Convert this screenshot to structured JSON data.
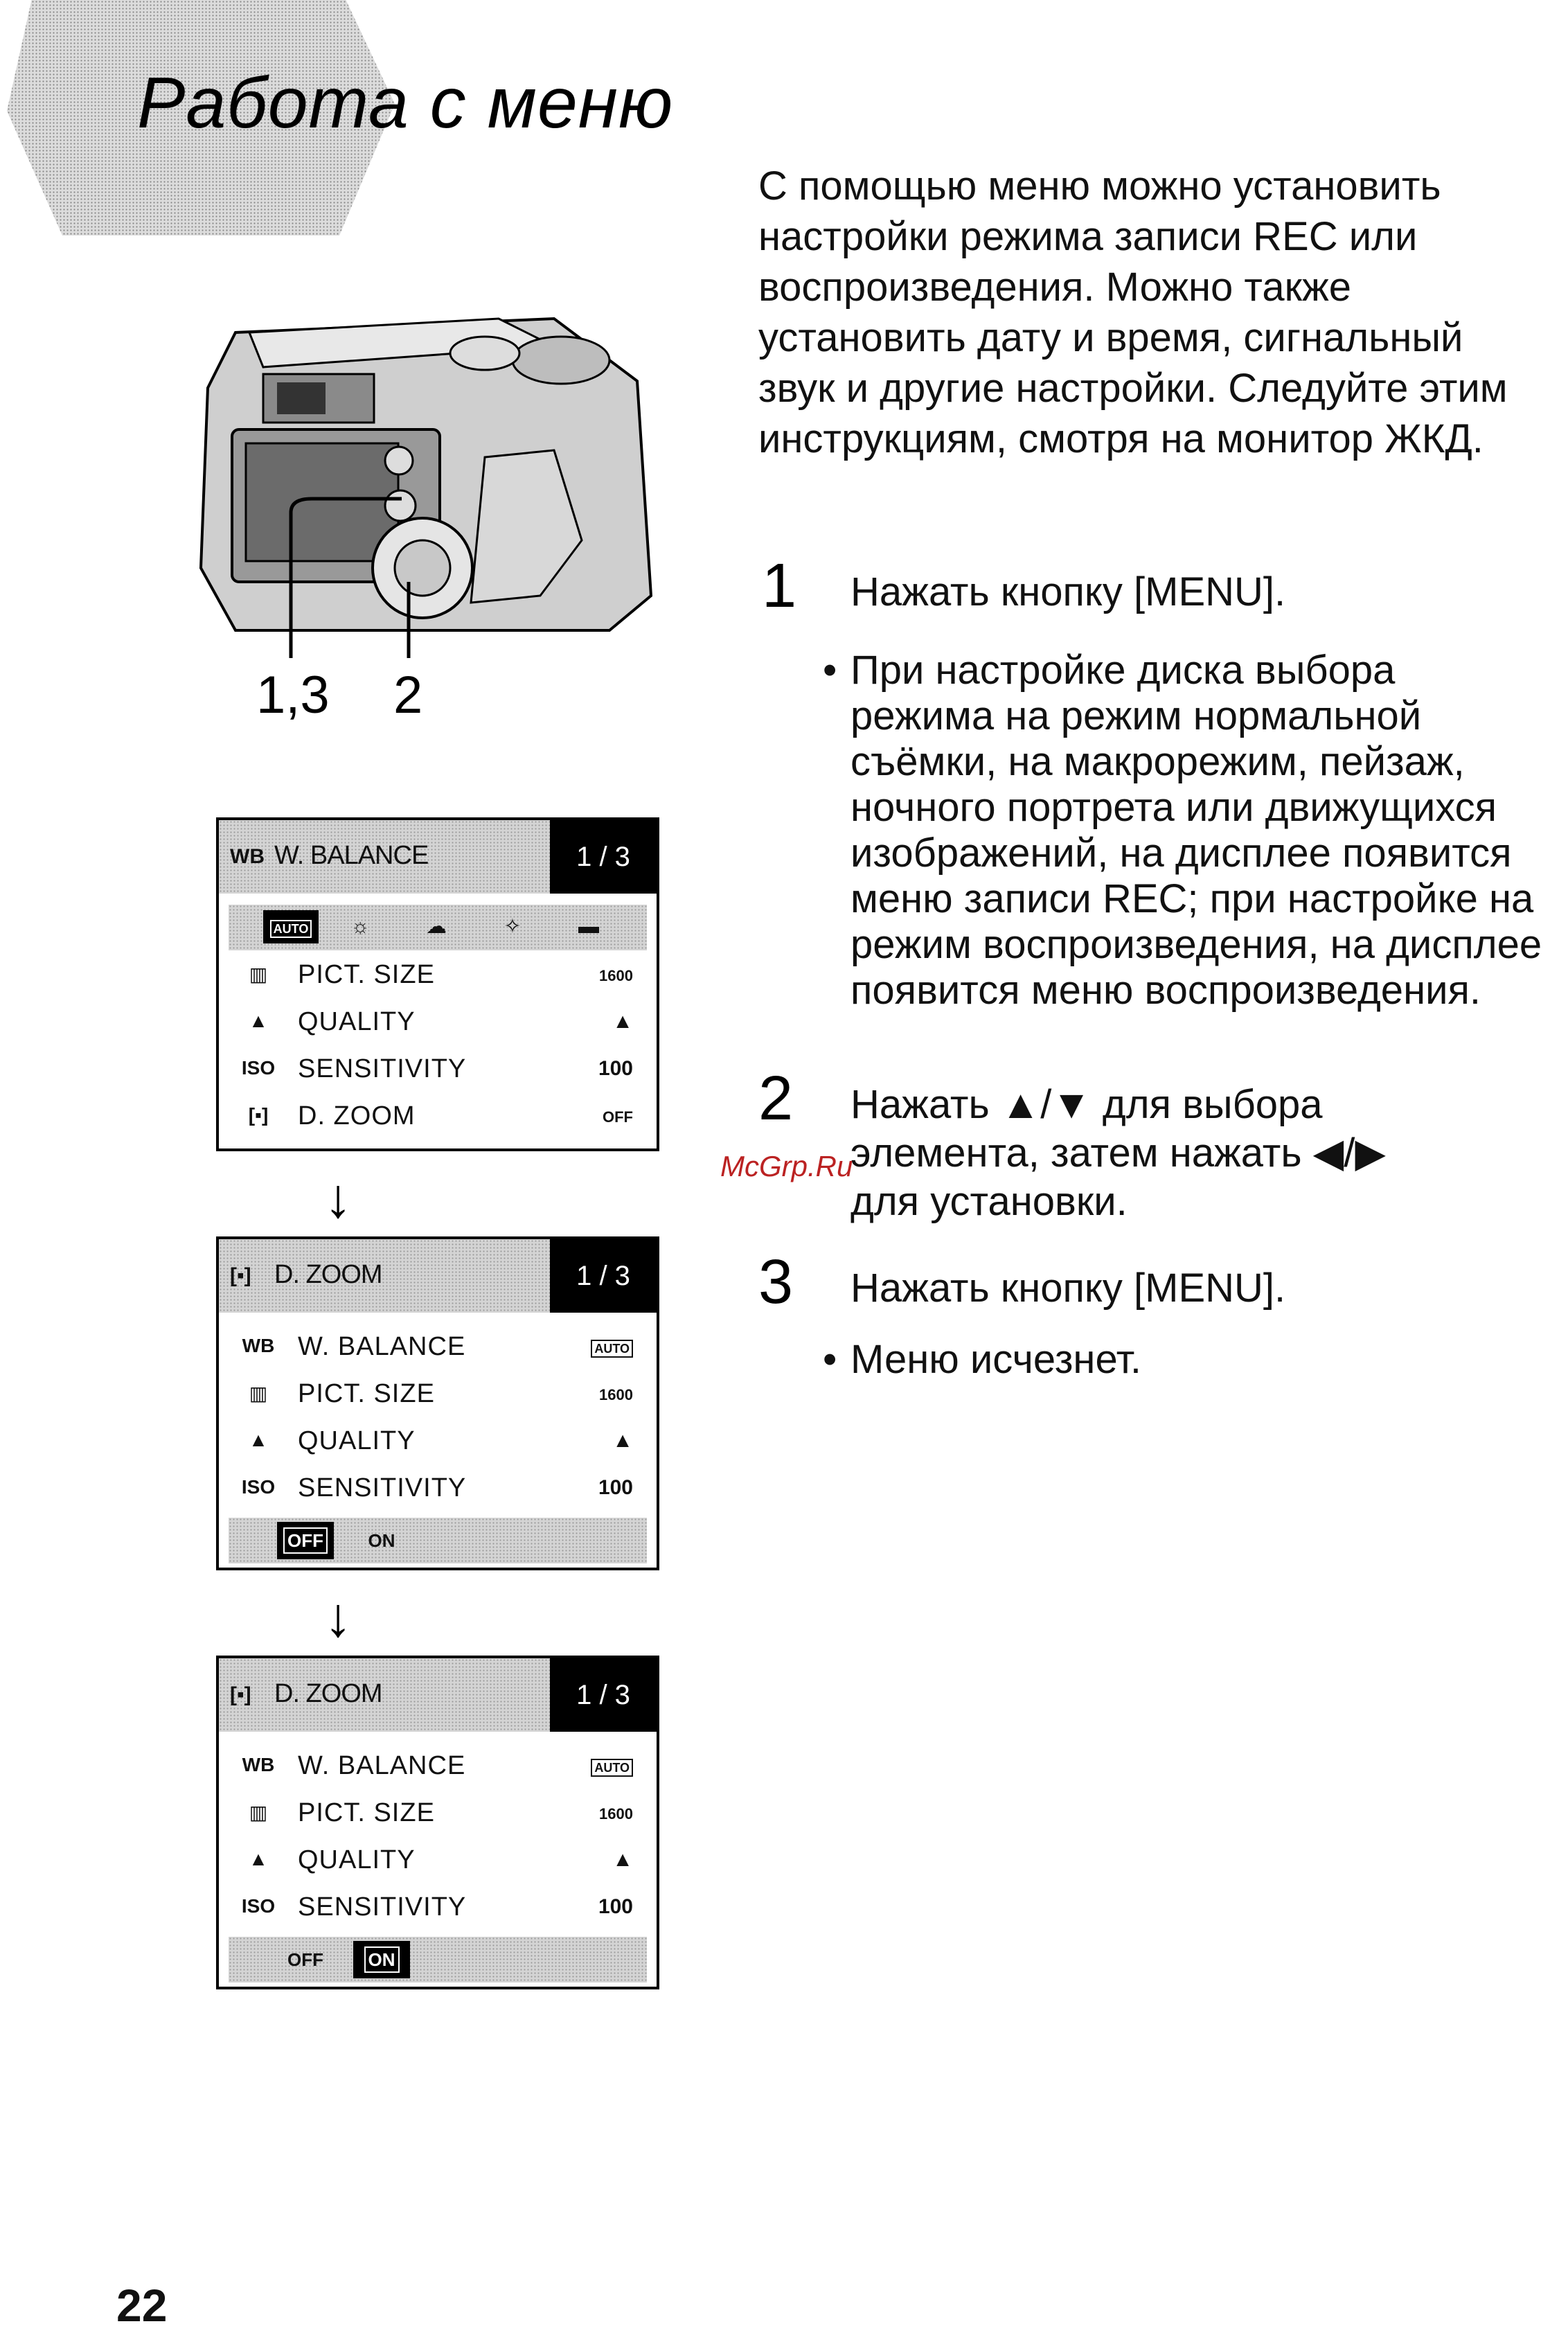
{
  "title": "Работа с меню",
  "camera_labels": {
    "left": "1,3",
    "right": "2"
  },
  "intro": "С помощью меню можно установить настройки режима записи REC или воспроизведения. Можно также установить дату и время, сигнальный звук и другие настройки. Следуйте этим инструкциям, смотря на монитор ЖКД.",
  "steps": [
    {
      "num": "1",
      "text": "Нажать кнопку [MENU].",
      "bullet": "При настройке диска выбора режима на режим нормальной съёмки, на макрорежим, пейзаж, ночного портрета или движущихся изображений, на дисплее появится меню записи REC; при настройке на режим воспроизведения, на дисплее появится меню воспроизведения."
    },
    {
      "num": "2",
      "text": "Нажать ▲/▼ для выбора элемента, затем нажать ◀/▶ для установки.",
      "bullet": ""
    },
    {
      "num": "3",
      "text": "Нажать кнопку [MENU].",
      "bullet": "Меню исчезнет."
    }
  ],
  "screens": [
    {
      "header_icon": "WB",
      "header": "W. BALANCE",
      "page": "1 / 3",
      "wb_options": [
        "AUTO",
        "☼",
        "☁",
        "✧",
        "▬"
      ],
      "rows": [
        {
          "icon": "▥",
          "label": "PICT. SIZE",
          "value": "1600"
        },
        {
          "icon": "▲",
          "label": "QUALITY",
          "value": "▲"
        },
        {
          "icon": "ISO",
          "label": "SENSITIVITY",
          "value": "100"
        },
        {
          "icon": "[▪]",
          "label": "D. ZOOM",
          "value": "OFF"
        }
      ]
    },
    {
      "header_icon": "[▪]",
      "header": "D. ZOOM",
      "page": "1 / 3",
      "rows": [
        {
          "icon": "WB",
          "label": "W. BALANCE",
          "value": "AUTO"
        },
        {
          "icon": "▥",
          "label": "PICT. SIZE",
          "value": "1600"
        },
        {
          "icon": "▲",
          "label": "QUALITY",
          "value": "▲"
        },
        {
          "icon": "ISO",
          "label": "SENSITIVITY",
          "value": "100"
        }
      ],
      "toggle": [
        "OFF",
        "ON"
      ],
      "selected": "OFF"
    },
    {
      "header_icon": "[▪]",
      "header": "D. ZOOM",
      "page": "1 / 3",
      "rows": [
        {
          "icon": "WB",
          "label": "W. BALANCE",
          "value": "AUTO"
        },
        {
          "icon": "▥",
          "label": "PICT. SIZE",
          "value": "1600"
        },
        {
          "icon": "▲",
          "label": "QUALITY",
          "value": "▲"
        },
        {
          "icon": "ISO",
          "label": "SENSITIVITY",
          "value": "100"
        }
      ],
      "toggle": [
        "OFF",
        "ON"
      ],
      "selected": "ON"
    }
  ],
  "arrow": "↓",
  "watermark": "McGrp.Ru",
  "page_number": "22"
}
